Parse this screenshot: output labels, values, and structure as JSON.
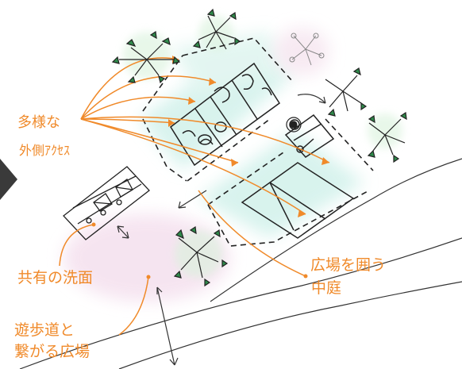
{
  "colors": {
    "accent": "#f08a2a",
    "ink": "#222222",
    "teal_wash": "#d8f3ee",
    "pink_wash": "#f5e3ef",
    "leaf_green": "#2f8a4a",
    "arrow_badge": "#3a3a3a"
  },
  "labels": {
    "diverse_access_line1": "多様な",
    "diverse_access_line2": "外側ｱｸｾｽ",
    "shared_washroom": "共有の洗面",
    "courtyard_line1": "広場を囲う",
    "courtyard_line2": "中庭",
    "plaza_line1": "遊歩道と",
    "plaza_line2": "繋がる広場"
  },
  "icons": [
    "tree-icon",
    "arrow-right-icon",
    "person-icon"
  ]
}
